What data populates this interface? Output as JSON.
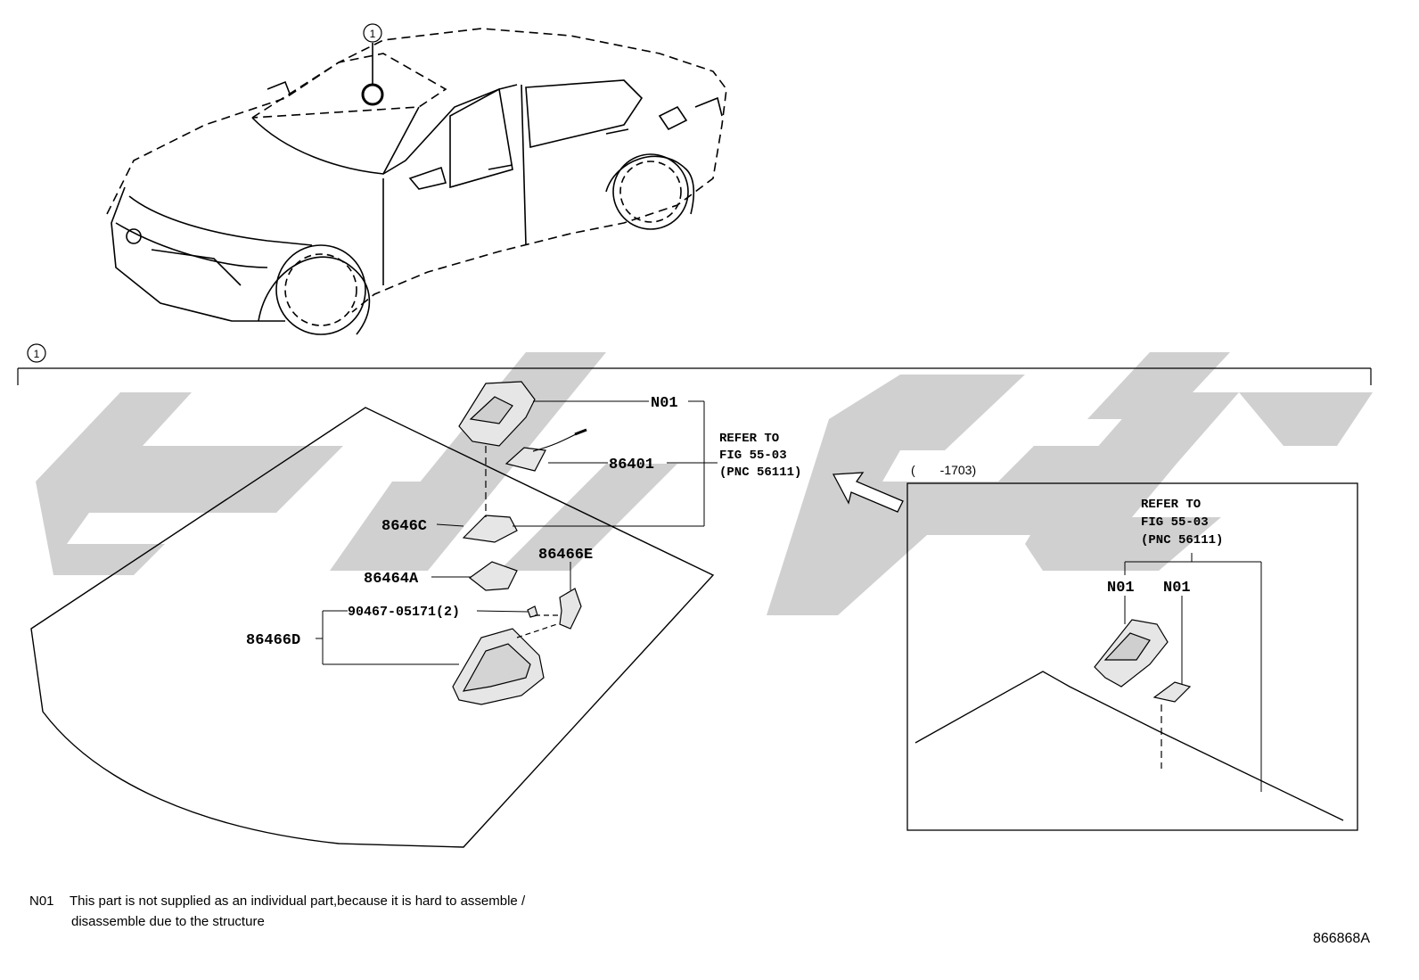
{
  "callout_top": "1",
  "callout_section": "1",
  "labels": {
    "n01_main": "N01",
    "p86401": "86401",
    "p8646c": "8646C",
    "p86464a": "86464A",
    "p86466e": "86466E",
    "p90467": "90467-05171(2)",
    "p86466d": "86466D"
  },
  "refer_main": [
    "REFER TO",
    "FIG 55-03",
    "(PNC 56111)"
  ],
  "refer_inset": [
    "REFER TO",
    "FIG 55-03",
    "(PNC 56111)"
  ],
  "inset_range": "(　　-1703)",
  "inset_labels": {
    "n01_a": "N01",
    "n01_b": "N01"
  },
  "footnote": {
    "code": "N01",
    "line1": "This part is not supplied as an individual part,because it is hard to assemble /",
    "line2": "disassemble due to the structure"
  },
  "figure_id": "866868A",
  "watermark_color": "#c8c8c8"
}
